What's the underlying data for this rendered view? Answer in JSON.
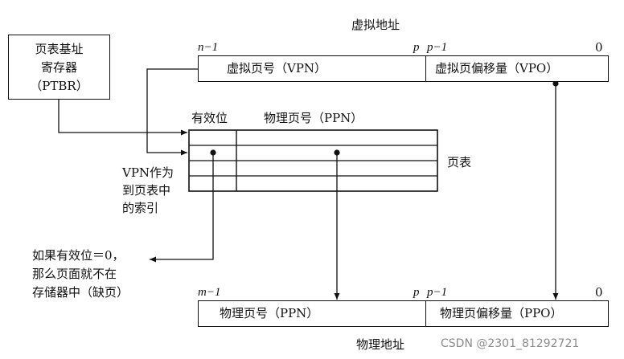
{
  "virtual_address": {
    "title": "虚拟地址",
    "bit_high": "n−1",
    "bit_p": "p",
    "bit_p_minus_1": "p−1",
    "bit_zero": "0",
    "vpn_label": "虚拟页号（VPN）",
    "vpo_label": "虚拟页偏移量（VPO）"
  },
  "ptbr": {
    "line1": "页表基址",
    "line2": "寄存器",
    "line3": "（PTBR）"
  },
  "page_table": {
    "valid_header": "有效位",
    "ppn_header": "物理页号（PPN）",
    "label": "页表",
    "index_note": [
      "VPN作为",
      "到页表中",
      "的索引"
    ]
  },
  "miss_note": [
    "如果有效位＝0，",
    "那么页面就不在",
    "存储器中（缺页）"
  ],
  "physical_address": {
    "title": "物理地址",
    "bit_high": "m−1",
    "bit_p": "p",
    "bit_p_minus_1": "p−1",
    "bit_zero": "0",
    "ppn_label": "物理页号（PPN）",
    "ppo_label": "物理页偏移量（PPO）"
  },
  "watermark": "CSDN @2301_81292721"
}
